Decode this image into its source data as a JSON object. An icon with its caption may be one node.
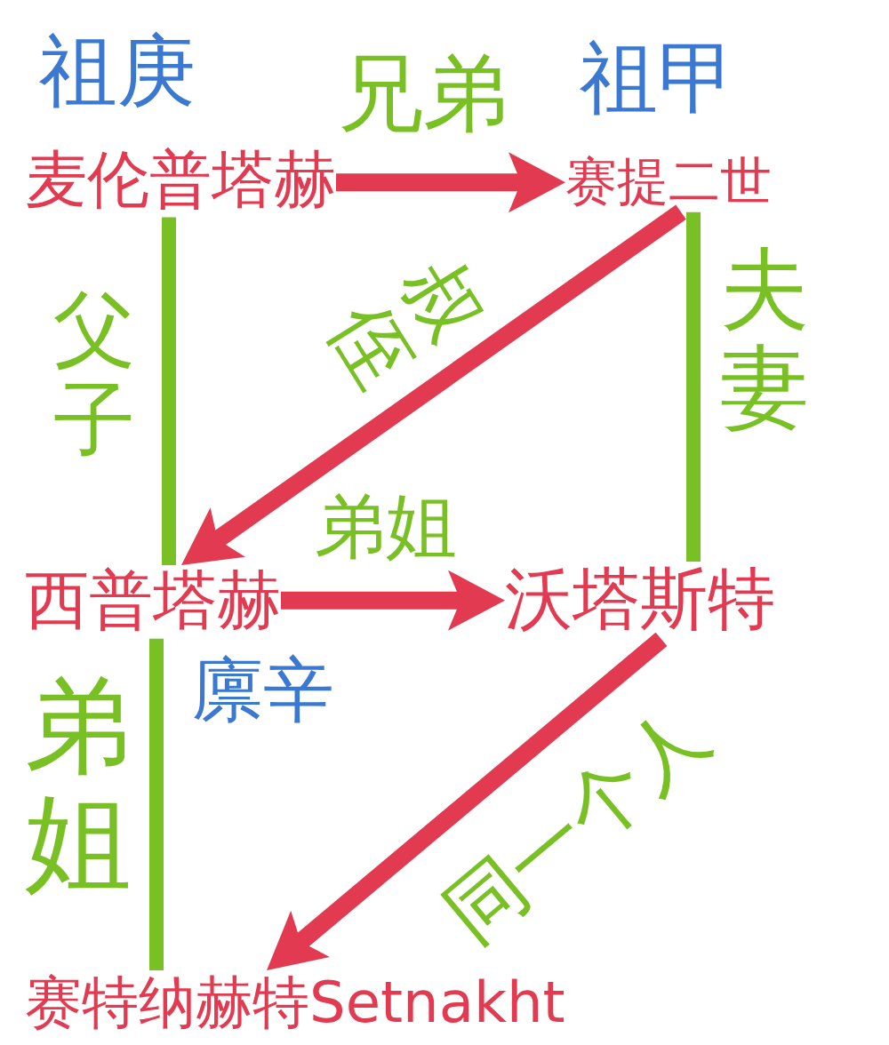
{
  "diagram": {
    "nodes": [
      {
        "text": [
          "麦伦普塔赫"
        ],
        "beside": [
          "祖庚"
        ]
      },
      {
        "text": [
          "赛提二世"
        ],
        "beside": [
          "祖甲"
        ]
      },
      {
        "text": [
          "西普塔赫"
        ],
        "beside": [
          "廪辛"
        ]
      },
      {
        "text": [
          "沃塔斯特"
        ]
      },
      {
        "text": [
          "赛特纳赫特Setnakht"
        ]
      }
    ],
    "edges": [
      {
        "from": 0,
        "to": 1,
        "arrow": "to",
        "label": "兄弟"
      },
      {
        "from": 0,
        "to": 2,
        "arrow": "none",
        "label": "父子",
        "color": "#79c024"
      },
      {
        "from": 1,
        "to": 2,
        "arrow": "to",
        "label": "叔侄"
      },
      {
        "from": 1,
        "to": 3,
        "arrow": "none",
        "label": "夫妻",
        "color": "#79c024"
      },
      {
        "from": 2,
        "to": 3,
        "arrow": "to",
        "label": "弟姐"
      },
      {
        "from": 2,
        "to": 4,
        "arrow": "none",
        "label": "弟姐",
        "color": "#79c024"
      },
      {
        "from": 3,
        "to": 4,
        "arrow": "to",
        "label": "同一个人"
      }
    ]
  }
}
